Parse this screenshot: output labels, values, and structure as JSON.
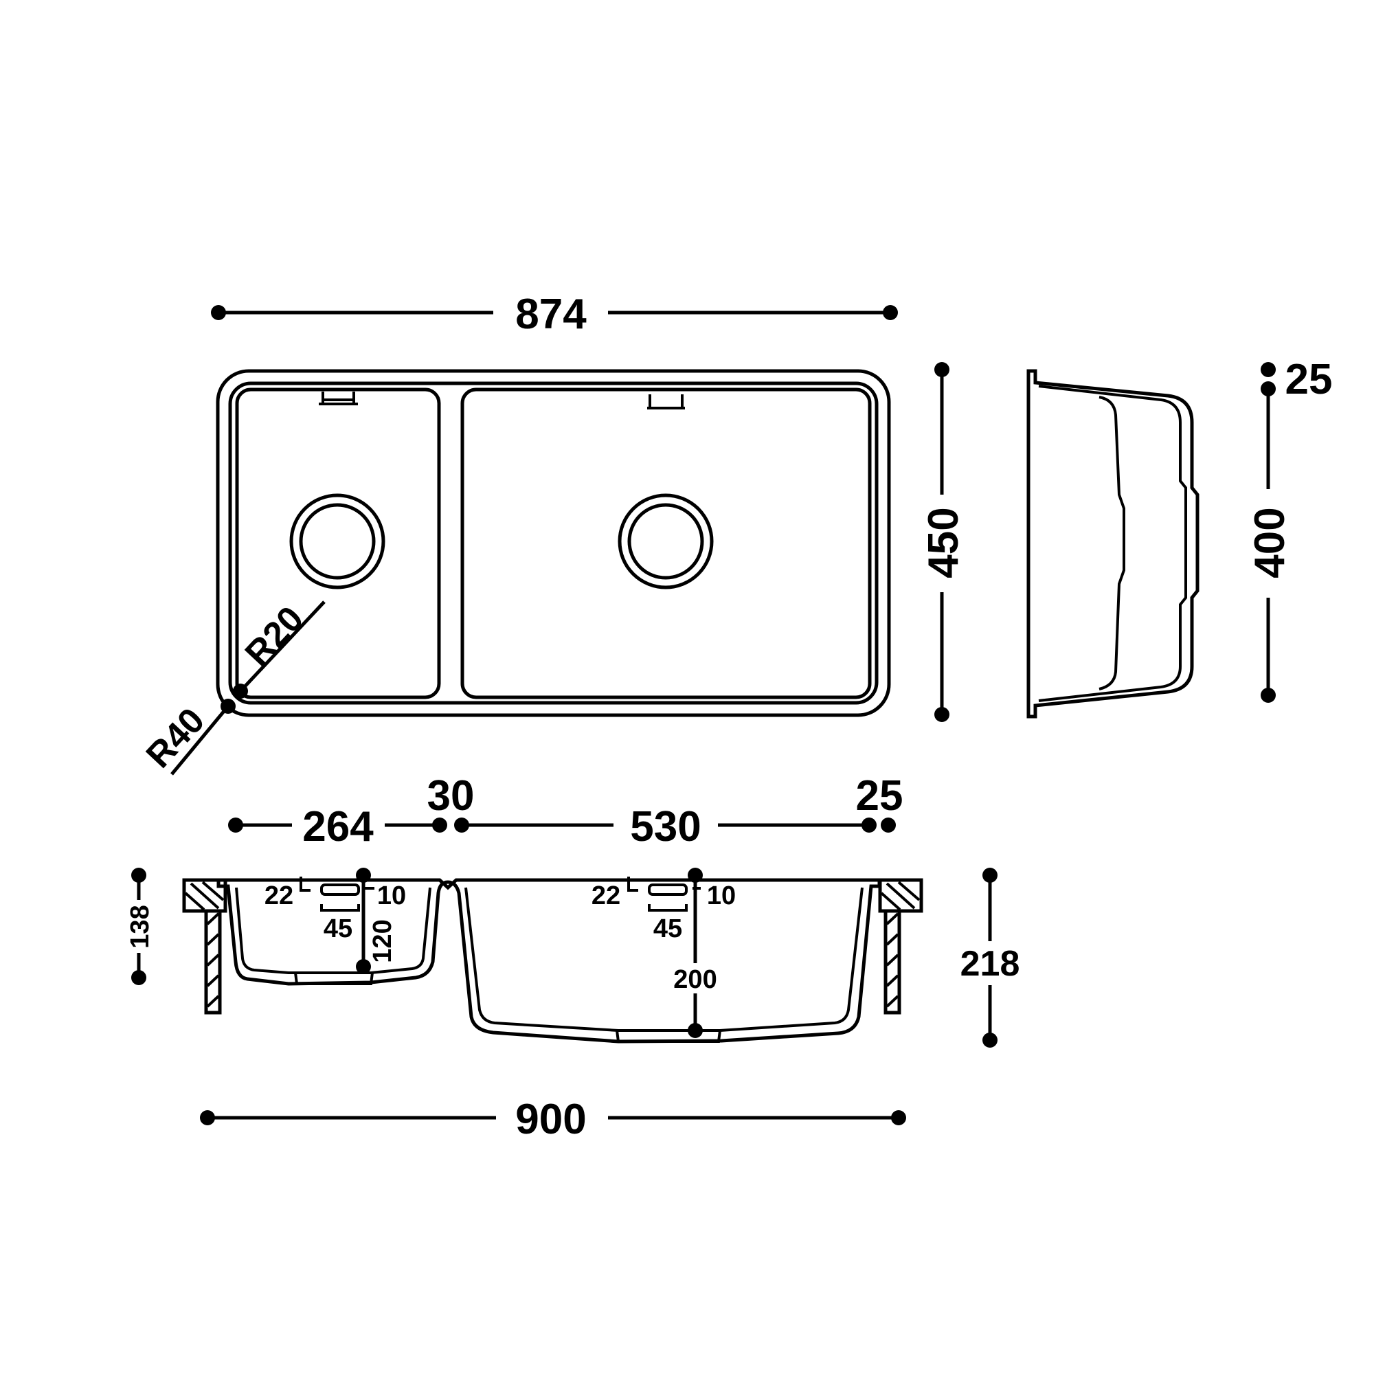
{
  "plan_view": {
    "overall_width": "874",
    "overall_depth": "450",
    "outer_radius": "R40",
    "inner_radius": "R20"
  },
  "side_view": {
    "rim_height": "25",
    "bowl_depth_top": "400"
  },
  "section_view": {
    "small_bowl_width": "264",
    "divider_width": "30",
    "large_bowl_width": "530",
    "rim_width": "25",
    "overall_width": "900",
    "overall_height": "218",
    "small_bowl_depth": "138",
    "overflow_small": {
      "offset": "22",
      "height": "10",
      "width": "45",
      "drop": "120"
    },
    "overflow_large": {
      "offset": "22",
      "height": "10",
      "width": "45",
      "drop": "200"
    }
  },
  "colors": {
    "line": "#000000",
    "background": "#ffffff"
  }
}
